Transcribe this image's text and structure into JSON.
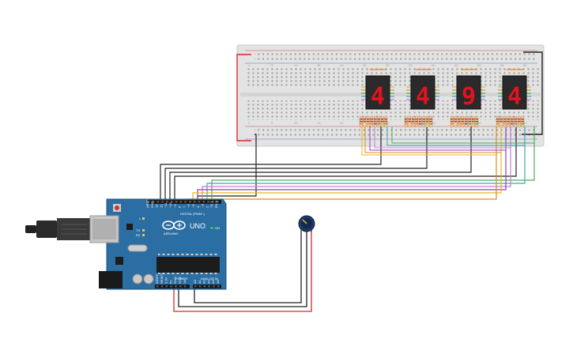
{
  "breadboard": {
    "column_labels": [
      "1",
      "5",
      "10",
      "15",
      "20",
      "25",
      "30",
      "35",
      "40",
      "45",
      "50",
      "55",
      "60"
    ]
  },
  "displays": [
    {
      "digit": "4"
    },
    {
      "digit": "4"
    },
    {
      "digit": "9"
    },
    {
      "digit": "4"
    }
  ],
  "arduino": {
    "brand": "ARDUINO",
    "model": "UNO",
    "digital_label": "DIGITAL (PWM~)",
    "power_label": "POWER",
    "analog_label": "ANALOG IN",
    "tx_label": "TX",
    "rx_label": "RX",
    "l_label": "L",
    "on_label": "ON",
    "top_pins": [
      "AREF",
      "GND",
      "13",
      "12",
      "~11",
      "~10",
      "~9",
      "8",
      "7",
      "~6",
      "~5",
      "4",
      "~3",
      "2",
      "TX 1",
      "RX 0"
    ],
    "power_pins": [
      "IOREF",
      "RESET",
      "3.3V",
      "5V",
      "GND",
      "GND",
      "Vin"
    ],
    "analog_pins": [
      "A0",
      "A1",
      "A2",
      "A3",
      "A4",
      "A5"
    ]
  },
  "colors": {
    "board": "#2b6ea3",
    "breadboard": "#e3e3e3",
    "display": "#2a2a2a",
    "segment_on": "#e0141e",
    "wire_black": "#222222",
    "wire_red": "#d42b2b"
  }
}
